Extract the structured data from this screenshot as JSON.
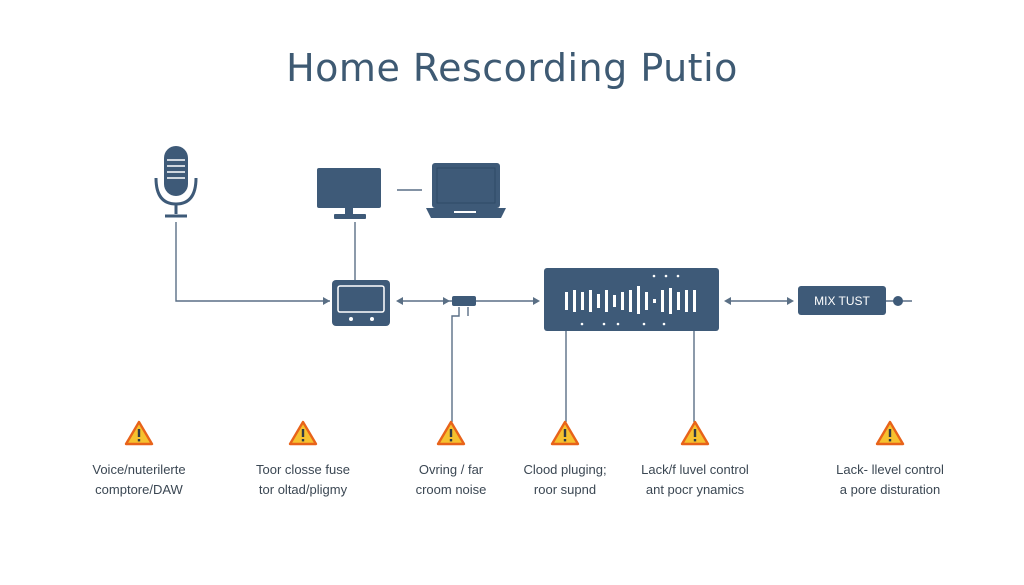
{
  "title": "Home Rescording Putio",
  "nodes": {
    "mix_box_label": "MIX TUST"
  },
  "issues": [
    {
      "line1": "Voice/nuterilerte",
      "line2": "comptore/DAW"
    },
    {
      "line1": "Toor closse fuse",
      "line2": "tor oltad/pligmy"
    },
    {
      "line1": "Ovring / far",
      "line2": "croom noise"
    },
    {
      "line1": "Clood pluging;",
      "line2": "roor supnd"
    },
    {
      "line1": "Lack/f luvel control",
      "line2": "ant pocr ynamics"
    },
    {
      "line1": "Lack- llevel control",
      "line2": "a pore disturation"
    }
  ],
  "colors": {
    "device": "#3e5a78",
    "line": "#5a6f85",
    "warning_fill": "#f6c12f",
    "warning_stroke": "#e8631a",
    "title": "#3e5a73"
  },
  "icons": [
    "microphone-icon",
    "monitor-icon",
    "laptop-icon",
    "audio-interface-icon",
    "connector-icon",
    "mixer-icon",
    "warning-icon"
  ]
}
